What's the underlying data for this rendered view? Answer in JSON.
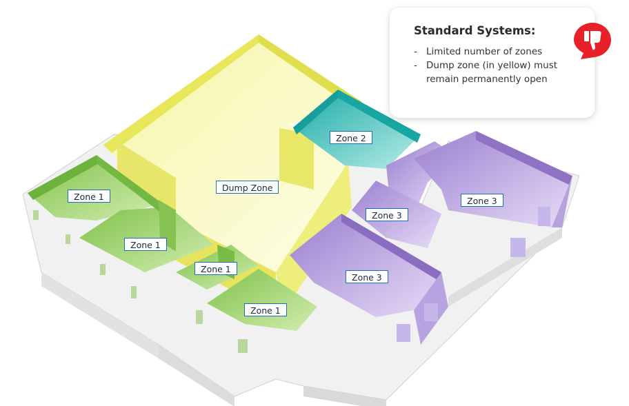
{
  "info_card": {
    "title": "Standard Systems:",
    "items": [
      "Limited number of zones",
      "Dump zone (in yellow) must remain permanently open"
    ],
    "bullet": "-",
    "badge_icon": "thumbs-down-icon",
    "badge_color": "#e8202a"
  },
  "zones": [
    {
      "label": "Zone 1",
      "color": "#a5d36a"
    },
    {
      "label": "Zone 1",
      "color": "#a5d36a"
    },
    {
      "label": "Zone 1",
      "color": "#a5d36a"
    },
    {
      "label": "Zone 1",
      "color": "#a5d36a"
    },
    {
      "label": "Dump Zone",
      "color": "#e8e86a"
    },
    {
      "label": "Zone 2",
      "color": "#2ebdb4"
    },
    {
      "label": "Zone 3",
      "color": "#a98fd8"
    },
    {
      "label": "Zone 3",
      "color": "#a98fd8"
    },
    {
      "label": "Zone 3",
      "color": "#a98fd8"
    }
  ],
  "label_border_color": "#1f6fb5"
}
